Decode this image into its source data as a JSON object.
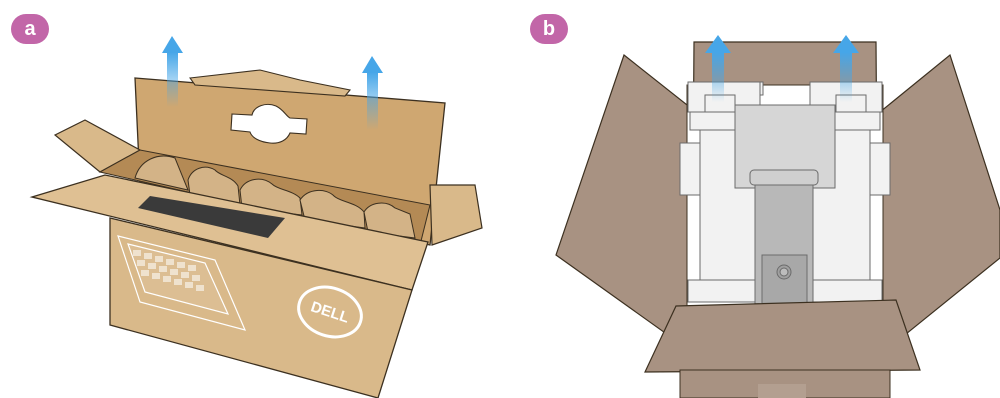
{
  "panels": [
    {
      "label": "a"
    },
    {
      "label": "b"
    }
  ],
  "logo_text": "DELL",
  "icons": [
    "up-arrow-icon"
  ],
  "colors": {
    "badge": "#c266a8",
    "box_light": "#d9b98a",
    "box_mid": "#cba575",
    "box_dark": "#b48a55",
    "box_outline": "#3c3020",
    "flap_brown": "#a89282",
    "foam_white": "#f2f2f2",
    "stand_gray": "#b8b8b8",
    "arrow_blue": "#46a6e8"
  }
}
